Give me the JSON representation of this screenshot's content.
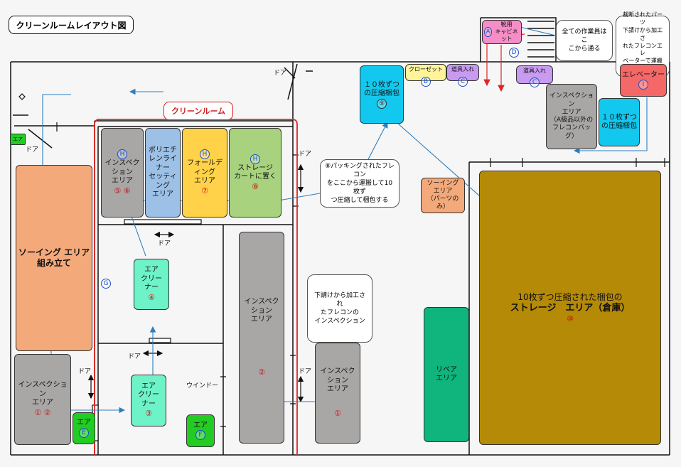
{
  "title": "クリーンルームレイアウト図",
  "cleanroom_label": "クリーンルーム",
  "door": "ドア",
  "window": "ウインドー",
  "areas": {
    "sewing_big": "ソーイング エリア\n組み立て",
    "inspection_left": "インスペクション\nエリア",
    "inspection_left_nums": "① ②",
    "air_e": "エア",
    "air_e_mark": "E",
    "air_f": "エア",
    "air_f_mark": "F",
    "air_small": "エア",
    "insp_h": "インスペク\nション\nエリア",
    "insp_h_nums": "⑤ ⑥",
    "poly": "ポリエチ\nレンライ\nナー\nセッティ\nング\nエリア",
    "fold": "フォールデ\nィング\nエリア",
    "fold_num": "⑦",
    "storage_cart": "ストレージ\nカートに置く",
    "storage_cart_num": "⑧",
    "h_mark": "H",
    "cleaner4": "エア\nクリー\nナー",
    "cleaner4_num": "④",
    "cleaner3": "エア\nクリー\nナー",
    "cleaner3_num": "③",
    "g_mark": "G",
    "insp_mid": "インスペク\nション\nエリア",
    "insp_mid_num": "②",
    "insp_right": "インスペク\nション\nエリア",
    "insp_right_num": "①",
    "pack10": "１０枚ずつ\nの圧縮梱包",
    "pack10_num": "⑨",
    "closet": "クローゼット",
    "closet_mark": "B",
    "tools1": "道具入れ",
    "tools_mark": "C",
    "tools2": "道具入れ",
    "cabinet": "靴用\nキャビネット",
    "cabinet_mark": "A",
    "d_mark": "D",
    "elevator": "エレベーター",
    "elevator_mark": "I",
    "insp_a": "インスペクショ\nン\nエリア\n（A級品以外の\nフレコンバッグ）",
    "pack10_b": "１０枚ずつ\nの圧縮梱包",
    "sewing_parts": "ソーイング\nエリア\n（パーツのみ）",
    "repair": "リペア\nエリア",
    "warehouse_line1": "10枚ずつ圧縮された梱包の",
    "warehouse_line2": "ストレージ　エリア（倉庫）",
    "warehouse_num": "⑩"
  },
  "notes": {
    "all_workers": "全ての作業員はこ\nこから通る",
    "cut_parts": "裁断されたパーツ\n下請けから加工さ\nれたフレコンエレ\nベーターで運搬す\nる",
    "packing": "⑧パッキングされたフレコン\nをここから運搬して10枚ず\nつ圧縮して梱包する",
    "subcontract": "下請けから加工され\nたフレコンの\nインスペクション"
  },
  "colors": {
    "gray": "#a9a6a6",
    "orange": "#f4a97a",
    "blue": "#9dc0e6",
    "yellow": "#ffd24a",
    "green_light": "#a8d27e",
    "mint": "#6ef2c8",
    "green": "#22cc22",
    "cyan": "#12c8ee",
    "pink": "#f58ec6",
    "lavender": "#c89af0",
    "light_yellow": "#fff49a",
    "red_elev": "#f56868",
    "dark_gold": "#b58a06",
    "teal": "#0fb57c",
    "flow_arrow": "#2a7fc0",
    "red_line": "#e02424"
  }
}
